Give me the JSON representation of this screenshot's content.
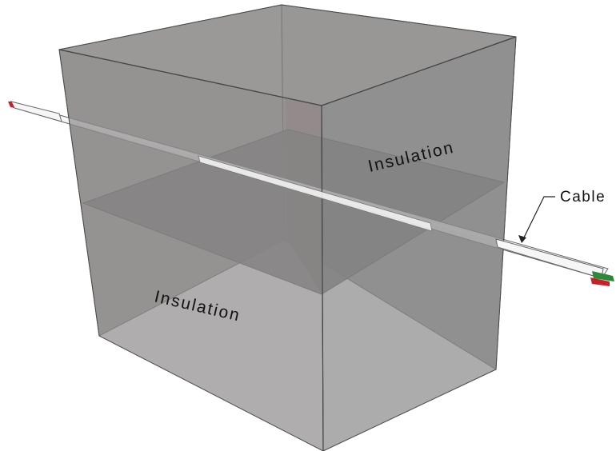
{
  "labels": {
    "insulation_top": "Insulation",
    "insulation_bottom": "Insulation",
    "cable": "Cable"
  },
  "colors": {
    "box_fill": "#8c8a8a",
    "box_edge": "#4a4a4a",
    "plane_fill": "#6e6c6c",
    "center_column": "#9a8284",
    "cable_sheath": "#f2f2f2",
    "wire_red": "#c8202a",
    "wire_green": "#2a8a3a"
  }
}
